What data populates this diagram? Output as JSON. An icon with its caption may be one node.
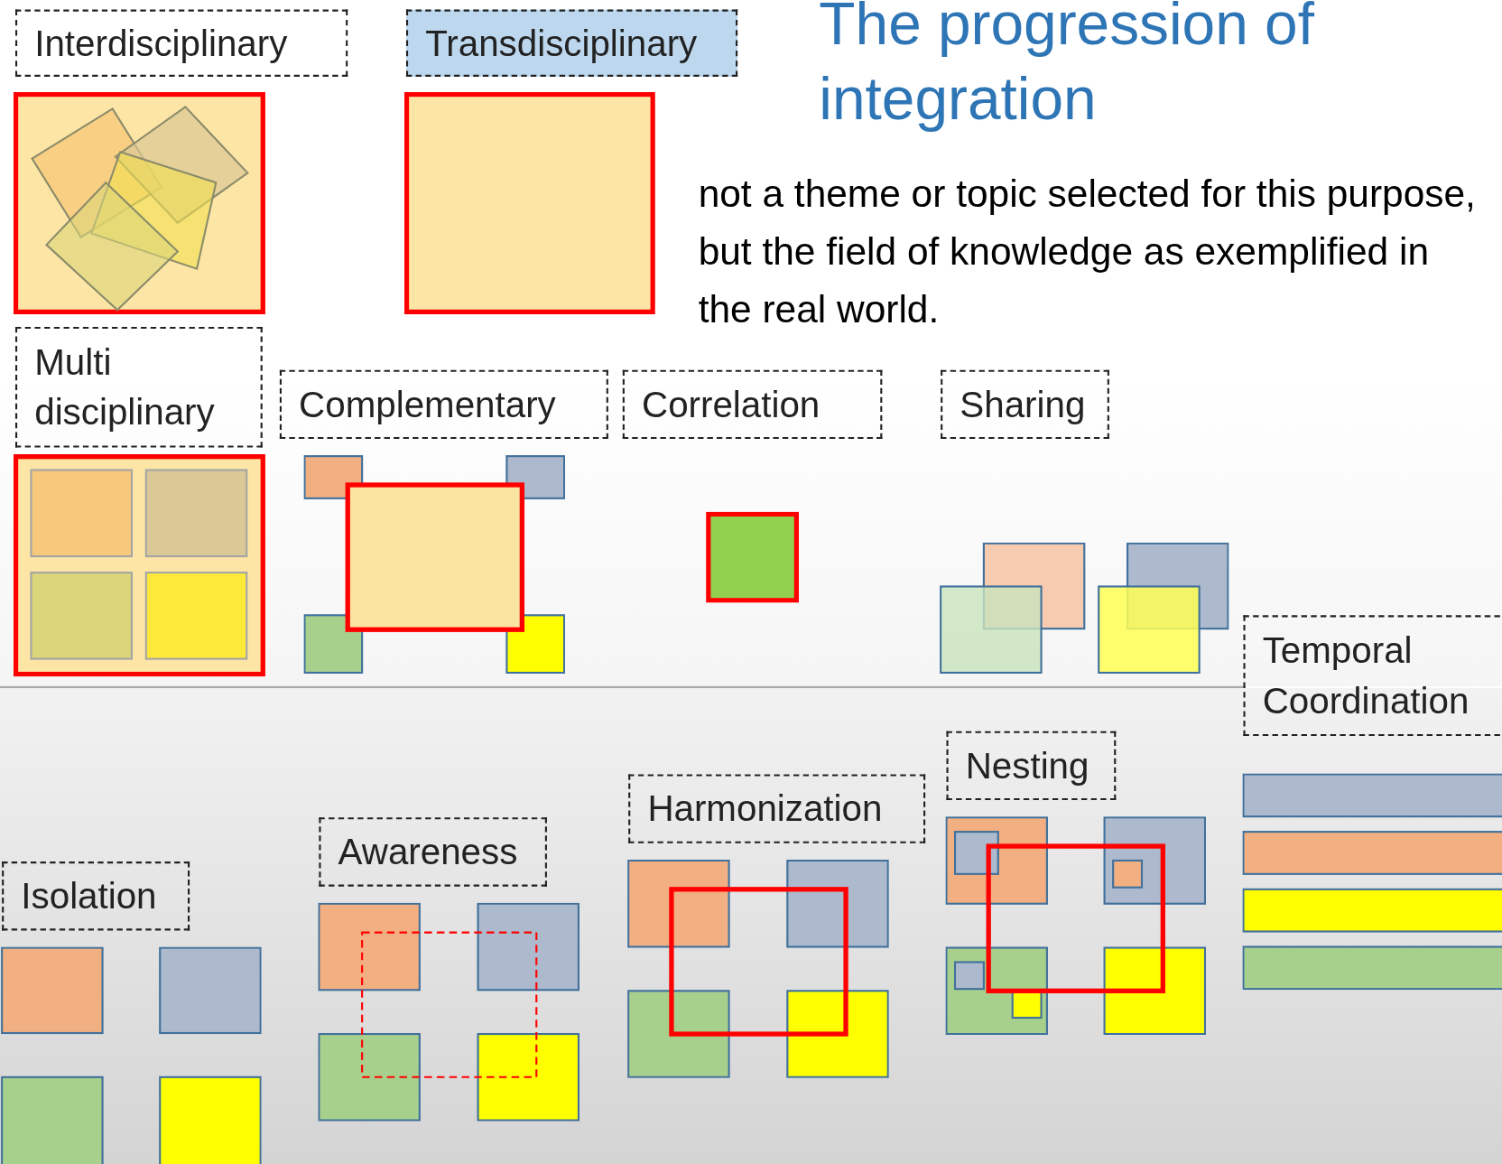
{
  "diagram": {
    "title": "The progression of integration",
    "nodes": [
      {
        "text": [
          "Interdisciplinary"
        ]
      },
      {
        "text": [
          "Transdisciplinary"
        ]
      },
      {
        "text": [
          "Multi disciplinary"
        ]
      },
      {
        "text": [
          "Complementary"
        ]
      },
      {
        "text": [
          "Correlation"
        ]
      },
      {
        "text": [
          "Sharing"
        ]
      },
      {
        "text": [
          "Temporal Coordination"
        ]
      },
      {
        "text": [
          "Nesting"
        ]
      },
      {
        "text": [
          "Harmonization"
        ]
      },
      {
        "text": [
          "Awareness"
        ]
      },
      {
        "text": [
          "Isolation"
        ]
      }
    ],
    "labels": [
      "not a theme or topic selected for this purpose, but the field of knowledge as exemplified in the real world."
    ]
  }
}
